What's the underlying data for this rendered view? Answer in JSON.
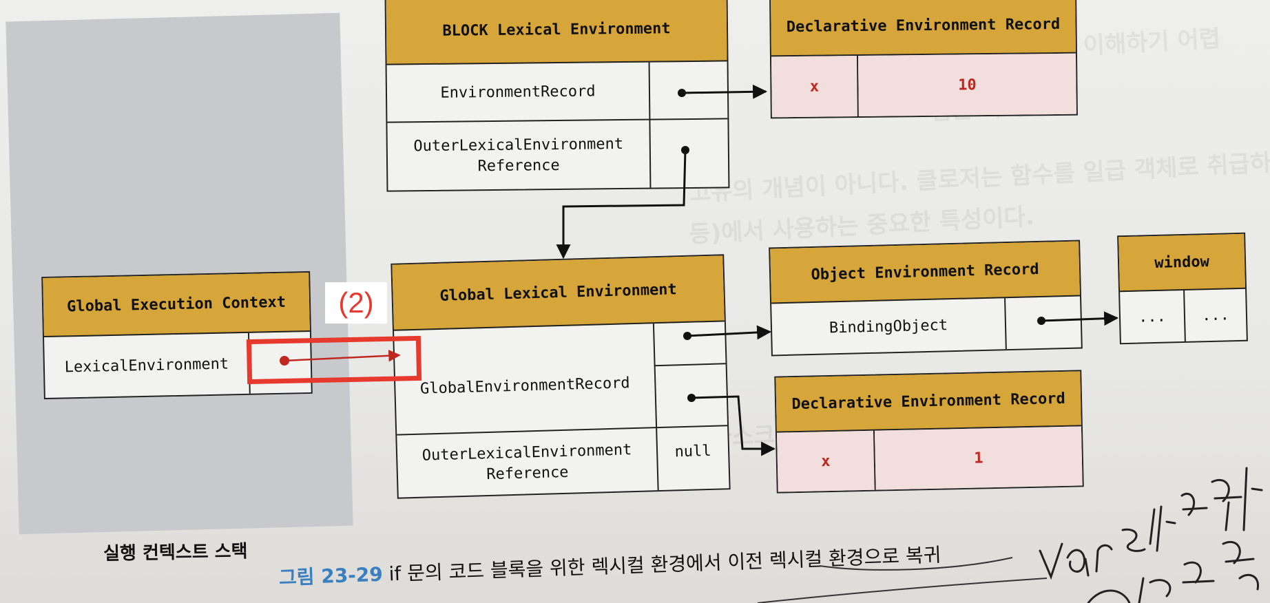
{
  "block_env": {
    "title": "BLOCK Lexical Environment",
    "row1_label": "EnvironmentRecord",
    "row2_label": "OuterLexicalEnvironment Reference"
  },
  "block_record": {
    "title": "Declarative Environment Record",
    "key": "x",
    "value": "10"
  },
  "global_context": {
    "title": "Global Execution Context",
    "row_label": "LexicalEnvironment"
  },
  "highlight_label": "(2)",
  "global_env": {
    "title": "Global Lexical Environment",
    "record_label": "GlobalEnvironmentRecord",
    "outer_label": "OuterLexicalEnvironment Reference",
    "outer_value": "null"
  },
  "object_record": {
    "title": "Object Environment Record",
    "row_label": "BindingObject"
  },
  "window_box": {
    "title": "window",
    "cell1": "...",
    "cell2": "..."
  },
  "global_decl_record": {
    "title": "Declarative Environment Record",
    "key": "x",
    "value": "1"
  },
  "stack_caption": "실행 컨텍스트 스택",
  "figure_caption": {
    "number": "그림 23-29",
    "text": " if 문의 코드 블록을 위한 렉시컬 환경에서 이전 렉시컬 환경으로 복귀"
  },
  "colors": {
    "header": "#d7a63a",
    "highlight": "#e63a2e",
    "record_cell": "#f1dedd",
    "caption_number": "#3a7fc0"
  }
}
